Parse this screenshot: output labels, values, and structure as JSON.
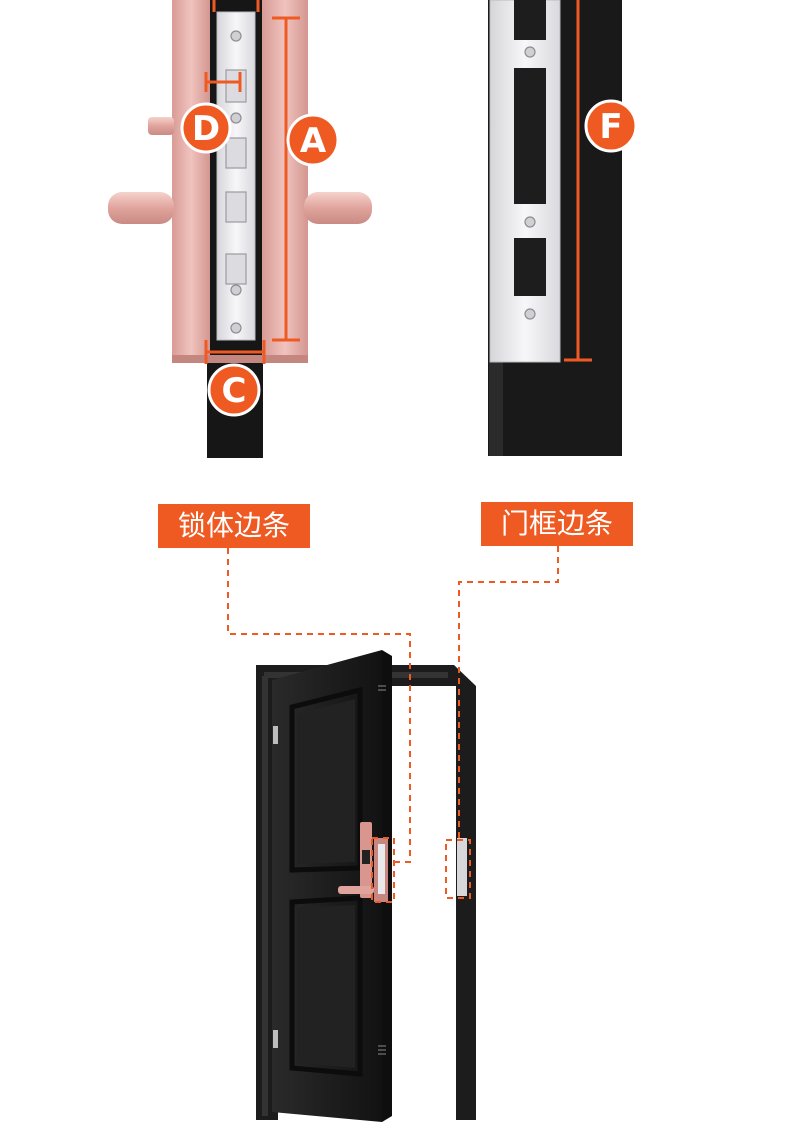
{
  "markers": {
    "d": "D",
    "a": "A",
    "c": "C",
    "f": "F"
  },
  "labels": {
    "lock_body_strip": "锁体边条",
    "door_frame_strip": "门框边条"
  },
  "colors": {
    "accent": "#ef5a23",
    "rose_gold": "#e3aaa4",
    "door_black": "#1b1b1b",
    "steel": "#e9e9ec"
  }
}
